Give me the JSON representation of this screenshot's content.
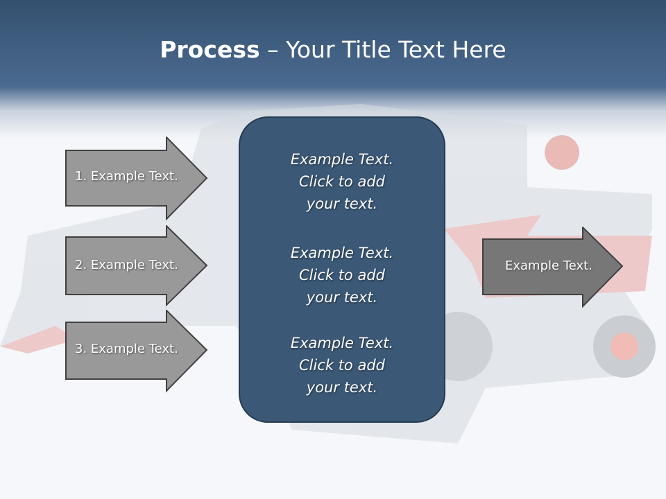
{
  "title": {
    "bold": "Process",
    "rest": " – Your Title Text Here"
  },
  "left_arrows": [
    "1. Example Text.",
    "2. Example Text.",
    "3. Example Text."
  ],
  "right_arrow": "Example Text.",
  "panel": [
    [
      "Example Text.",
      "Click  to add",
      "your text."
    ],
    [
      "Example Text.",
      "Click  to add",
      "your text."
    ],
    [
      "Example Text.",
      "Click  to add",
      "your text."
    ]
  ],
  "colors": {
    "header": "#34506f",
    "panel": "#3b5876",
    "arrow": "#999999",
    "arrow_right": "#777777"
  }
}
